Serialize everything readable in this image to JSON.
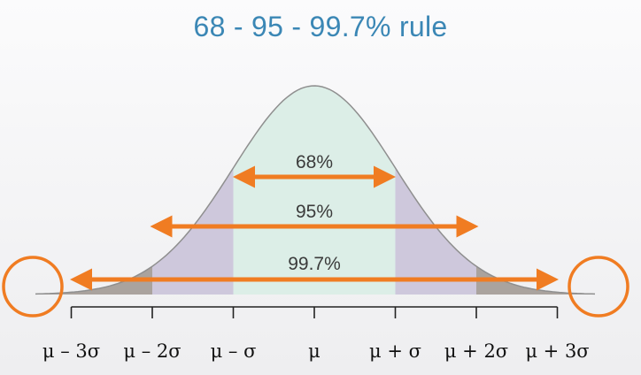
{
  "title": "68 - 95 - 99.7% rule",
  "intervals": [
    {
      "label": "68%",
      "from": -1,
      "to": 1
    },
    {
      "label": "95%",
      "from": -2,
      "to": 2
    },
    {
      "label": "99.7%",
      "from": -3,
      "to": 3
    }
  ],
  "axis_ticks": [
    {
      "sigma": -3,
      "label": "μ – 3σ"
    },
    {
      "sigma": -2,
      "label": "μ – 2σ"
    },
    {
      "sigma": -1,
      "label": "μ – σ"
    },
    {
      "sigma": 0,
      "label": "μ"
    },
    {
      "sigma": 1,
      "label": "μ + σ"
    },
    {
      "sigma": 2,
      "label": "μ + 2σ"
    },
    {
      "sigma": 3,
      "label": "μ + 3σ"
    }
  ],
  "tail_highlight_sigmas": [
    -3,
    3
  ],
  "colors": {
    "title": "#3b87b5",
    "band_1sigma": "#dceee7",
    "band_2sigma": "#cec8dc",
    "band_3sigma": "#aaa39e",
    "arrow": "#f07c22",
    "curve": "#8f8f8f",
    "axis": "#222222"
  }
}
